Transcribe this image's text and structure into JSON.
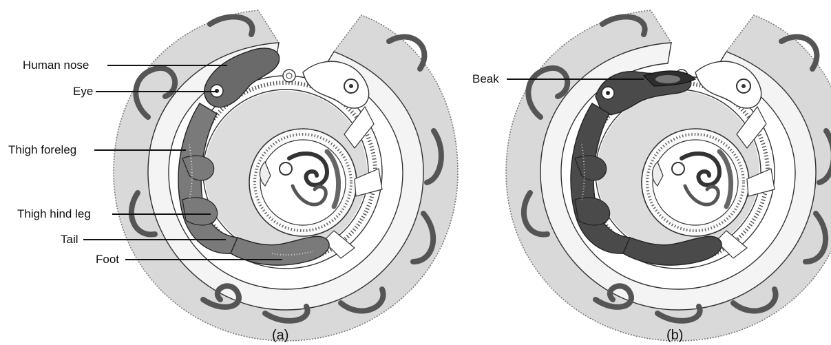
{
  "panels": [
    {
      "id": "a",
      "caption": "(a)",
      "labels": [
        {
          "key": "human_nose",
          "text": "Human nose"
        },
        {
          "key": "eye",
          "text": "Eye"
        },
        {
          "key": "thigh_foreleg",
          "text": "Thigh foreleg"
        },
        {
          "key": "thigh_hind_leg",
          "text": "Thigh hind leg"
        },
        {
          "key": "tail",
          "text": "Tail"
        },
        {
          "key": "foot",
          "text": "Foot"
        }
      ],
      "highlighted_part": "beast-body"
    },
    {
      "id": "b",
      "caption": "(b)",
      "labels": [
        {
          "key": "beak",
          "text": "Beak"
        }
      ],
      "highlighted_part": "bird-head-and-body"
    }
  ],
  "colors": {
    "background": "#ffffff",
    "outer_band": "#d9d9d9",
    "band_fill": "#f4f4f4",
    "highlight": "#7a7a7a",
    "highlight_dark": "#4a4a4a",
    "line": "#222222",
    "inner_fill": "#fafafa"
  }
}
